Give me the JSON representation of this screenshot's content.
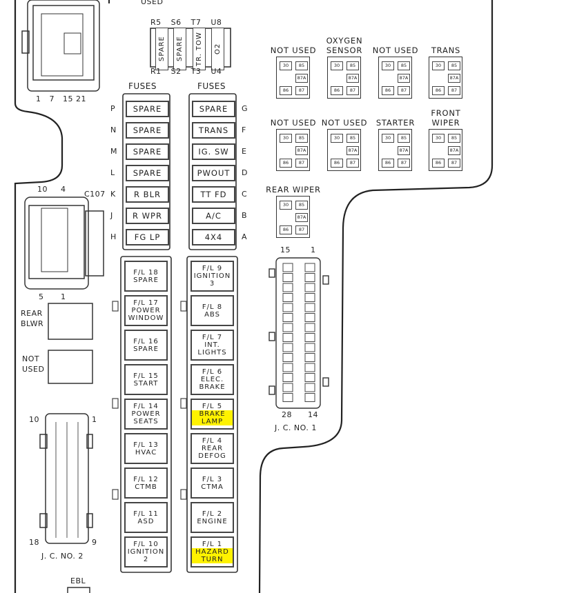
{
  "top_connector": {
    "pins_label": [
      "1",
      "7",
      "15",
      "21"
    ]
  },
  "mini_block": {
    "used": "USED",
    "top_labels": [
      "R5",
      "S6",
      "T7",
      "U8"
    ],
    "bottom_labels": [
      "R1",
      "S2",
      "T3",
      "U4"
    ],
    "fuses": [
      "SPARE",
      "SPARE",
      "TR. TOW",
      "O2"
    ]
  },
  "fuses_left": {
    "title": "FUSES",
    "letters": [
      "P",
      "N",
      "M",
      "L",
      "K",
      "J",
      "H"
    ],
    "labels": [
      "SPARE",
      "SPARE",
      "SPARE",
      "SPARE",
      "R BLR",
      "R WPR",
      "FG LP"
    ]
  },
  "fuses_right": {
    "title": "FUSES",
    "letters": [
      "G",
      "F",
      "E",
      "D",
      "C",
      "B",
      "A"
    ],
    "labels": [
      "SPARE",
      "TRANS",
      "IG. SW",
      "PWOUT",
      "TT FD",
      "A/C",
      "4X4"
    ]
  },
  "fusible_links_left": [
    [
      "F/L 18",
      "SPARE"
    ],
    [
      "F/L 17",
      "POWER",
      "WINDOW"
    ],
    [
      "F/L 16",
      "SPARE"
    ],
    [
      "F/L 15",
      "START"
    ],
    [
      "F/L 14",
      "POWER",
      "SEATS"
    ],
    [
      "F/L 13",
      "HVAC"
    ],
    [
      "F/L 12",
      "CTMB"
    ],
    [
      "F/L 11",
      "ASD"
    ],
    [
      "F/L 10",
      "IGNITION",
      "2"
    ]
  ],
  "fusible_links_right": [
    [
      "F/L 9",
      "IGNITION",
      "3"
    ],
    [
      "F/L 8",
      "ABS"
    ],
    [
      "F/L 7",
      "INT.",
      "LIGHTS"
    ],
    [
      "F/L 6",
      "ELEC.",
      "BRAKE"
    ],
    [
      "F/L 5",
      "BRAKE",
      "LAMP"
    ],
    [
      "F/L 4",
      "REAR",
      "DEFOG"
    ],
    [
      "F/L 3",
      "CTMA"
    ],
    [
      "F/L 2",
      "ENGINE"
    ],
    [
      "F/L 1",
      "HAZARD",
      "TURN"
    ]
  ],
  "relay_pins": [
    "30",
    "85",
    "87A",
    "86",
    "87"
  ],
  "relays": [
    [
      "NOT USED"
    ],
    [
      "OXYGEN",
      "SENSOR"
    ],
    [
      "NOT USED"
    ],
    [
      "TRANS"
    ],
    [
      "NOT USED"
    ],
    [
      "NOT USED"
    ],
    [
      "STARTER"
    ],
    [
      "FRONT",
      "WIPER"
    ],
    [
      "REAR WIPER"
    ]
  ],
  "c107": {
    "name": "C107",
    "pins_top": [
      "10",
      "4"
    ],
    "pins_bottom": [
      "5",
      "1"
    ]
  },
  "rear_blwr": [
    "REAR",
    "BLWR"
  ],
  "not_used_relay": [
    "NOT",
    "USED"
  ],
  "jc1": {
    "name": "J. C. NO. 1",
    "top": [
      "15",
      "1"
    ],
    "bottom": [
      "28",
      "14"
    ]
  },
  "jc2": {
    "name": "J. C. NO. 2",
    "top": [
      "10",
      "1"
    ],
    "bottom": [
      "18",
      "9"
    ]
  },
  "ebl": "EBL"
}
